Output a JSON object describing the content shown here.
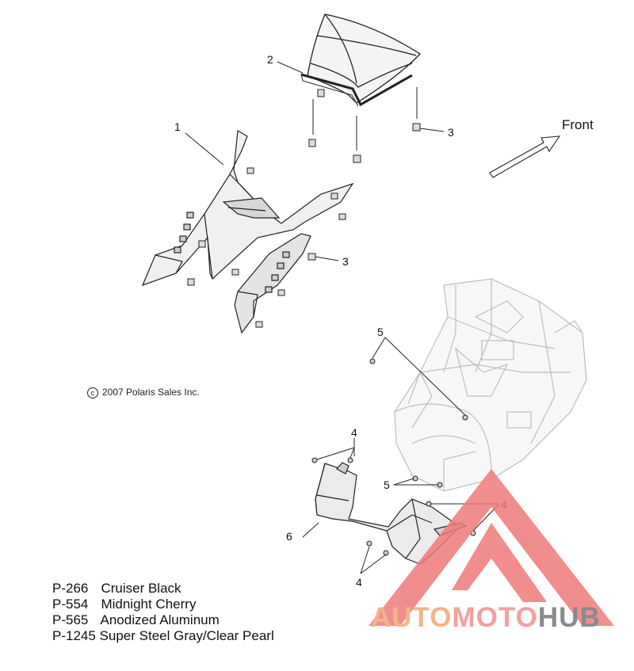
{
  "diagram": {
    "front_label": "Front",
    "callouts": {
      "part_1": "1",
      "part_2": "2",
      "part_3_upper": "3",
      "part_3_lower": "3",
      "part_4_top": "4",
      "part_4_right": "4",
      "part_4_bottom": "4",
      "part_5_upper": "5",
      "part_5_lower": "5",
      "part_6": "6"
    }
  },
  "copyright": {
    "symbol": "c",
    "text": "2007 Polaris Sales Inc."
  },
  "color_codes": [
    {
      "code": "P-266",
      "name": "Cruiser Black"
    },
    {
      "code": "P-554",
      "name": "Midnight Cherry"
    },
    {
      "code": "P-565",
      "name": "Anodized Aluminum"
    },
    {
      "code": "P-1245",
      "name": "Super Steel Gray/Clear Pearl"
    }
  ],
  "watermark": {
    "auto": "AUTO",
    "moto": "MOTO",
    "hub": "HUB",
    "colors": {
      "auto": "#f0b58a",
      "moto": "#f2a0a0",
      "hub": "#8a8a8a",
      "triangle": "#f07a7a"
    }
  }
}
